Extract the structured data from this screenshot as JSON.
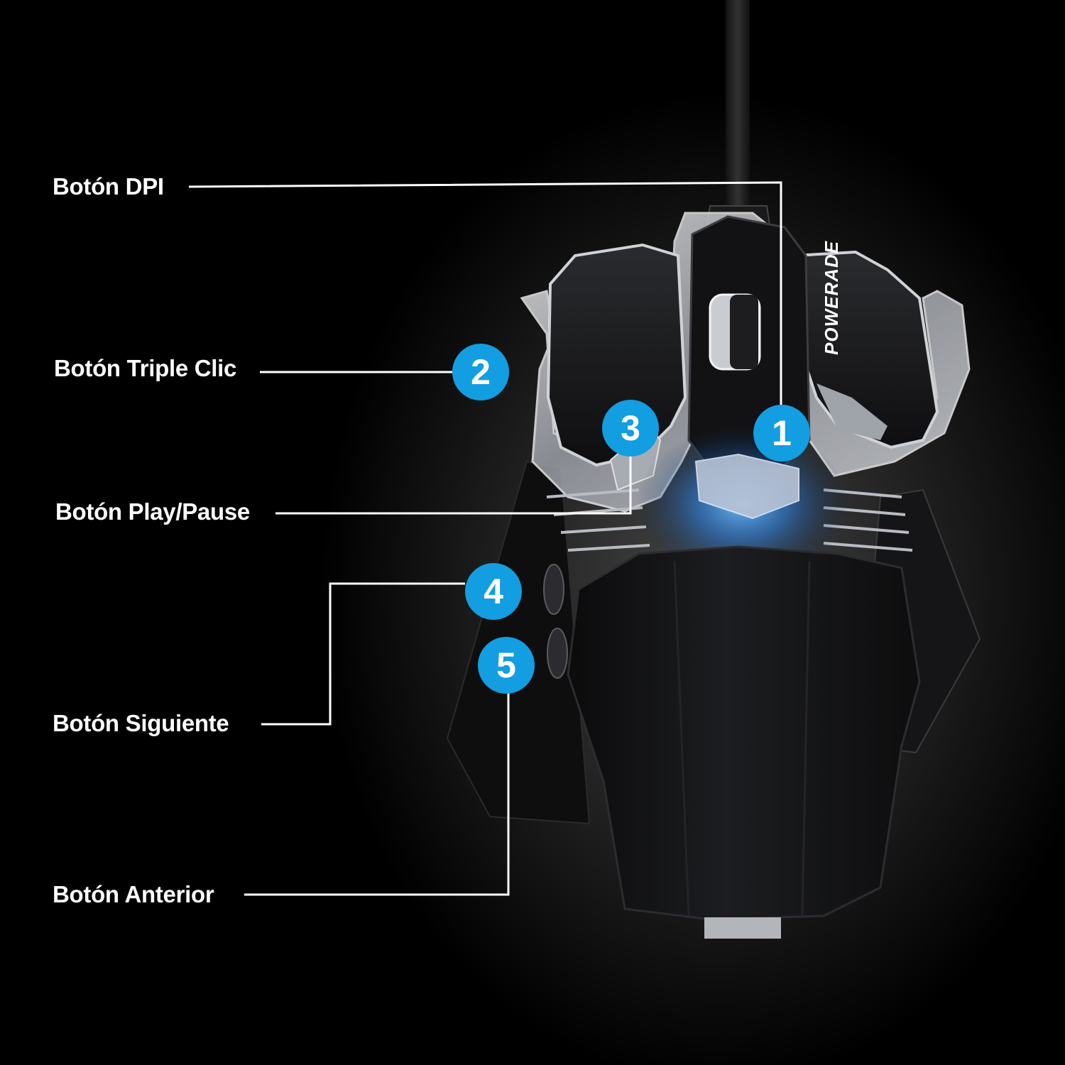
{
  "labels": {
    "dpi": "Botón DPI",
    "triple_click": "Botón Triple Clic",
    "play_pause": "Botón Play/Pause",
    "next": "Botón Siguiente",
    "previous": "Botón Anterior"
  },
  "badges": {
    "one": "1",
    "two": "2",
    "three": "3",
    "four": "4",
    "five": "5"
  },
  "logo_text": "POWERADE",
  "colors": {
    "background": "#000000",
    "badge": "#129ee0",
    "label_text": "#ffffff",
    "leader_line": "#ffffff",
    "mouse_body": "#141414",
    "chrome": "#b8bcc4",
    "accent_glow": "#3a8fe0"
  }
}
